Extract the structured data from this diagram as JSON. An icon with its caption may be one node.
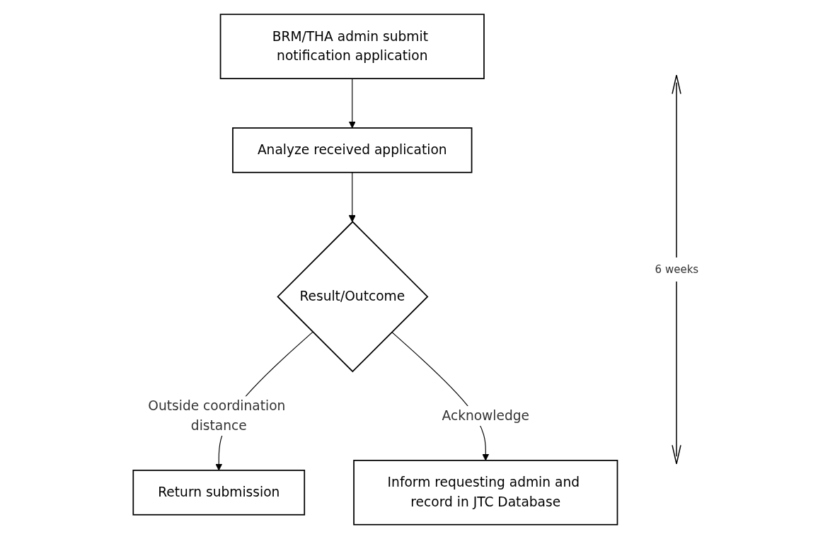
{
  "diagram": {
    "nodes": [
      {
        "text": [
          "BRM/THA admin submit notification application"
        ]
      },
      {
        "text": [
          "Return submission"
        ]
      },
      {
        "text": [
          "Analyze received application"
        ]
      },
      {
        "text": [
          "Result/Outcome"
        ]
      },
      {
        "text": [
          "Inform requesting admin and record in JTC Database"
        ]
      }
    ],
    "edges": [
      {
        "from": 0,
        "to": 2,
        "arrow": "to"
      },
      {
        "from": 2,
        "to": 3,
        "arrow": "to"
      },
      {
        "from": 3,
        "to": 1,
        "arrow": "to",
        "label": "Outside coordination distance"
      },
      {
        "from": 3,
        "to": 4,
        "arrow": "to",
        "label": "Acknowledge"
      }
    ],
    "labels": [
      "6 weeks"
    ]
  }
}
